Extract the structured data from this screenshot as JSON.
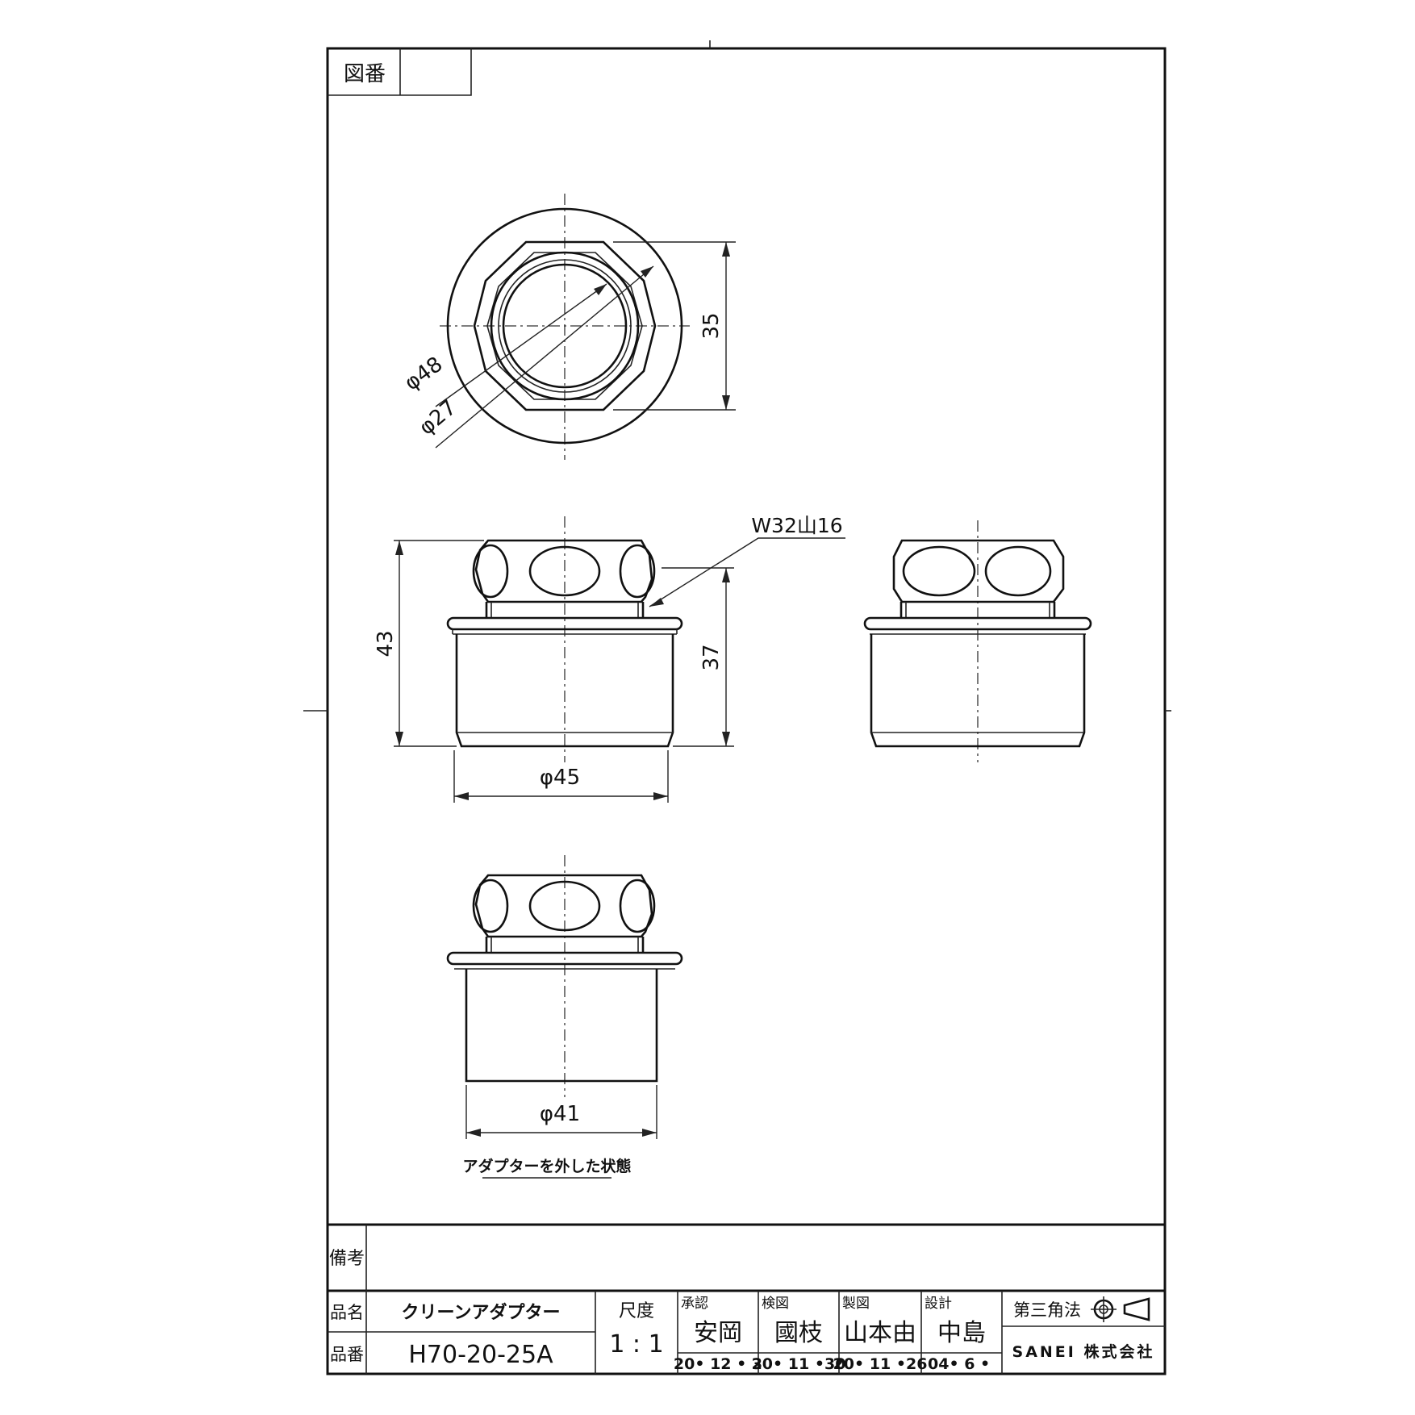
{
  "frame": {
    "drawing_number_label": "図番",
    "drawing_number_value": ""
  },
  "top_view": {
    "dim_outer": "φ48",
    "dim_inner": "φ27",
    "dim_width": "35"
  },
  "front_view": {
    "thread_note": "W32山16",
    "dim_total_height": "43",
    "dim_body_height": "37",
    "dim_diameter": "φ45"
  },
  "removed_view": {
    "dim_diameter": "φ41",
    "caption": "アダプターを外した状態"
  },
  "title_block": {
    "remarks_label": "備考",
    "remarks_value": "",
    "name_label": "品名",
    "name_value": "クリーンアダプター",
    "part_no_label": "品番",
    "part_no_value": "H70-20-25A",
    "scale_label": "尺度",
    "scale_value": "1 : 1",
    "approval": {
      "label": "承認",
      "name": "安岡",
      "date": "20• 12 •  3"
    },
    "check": {
      "label": "検図",
      "name": "國枝",
      "date": "20• 11 •30"
    },
    "draft": {
      "label": "製図",
      "name": "山本由",
      "date": "20• 11 •26"
    },
    "design": {
      "label": "設計",
      "name": "中島",
      "date": "04• 6 •"
    },
    "projection": "第三角法",
    "company": "SANEI 株式会社"
  }
}
